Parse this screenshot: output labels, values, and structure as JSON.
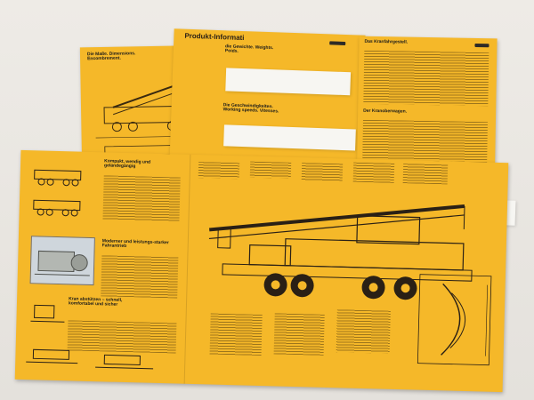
{
  "scene": {
    "subject": "crane-brochure-spread"
  },
  "back_left": {
    "heading": "Die Maße. Dimensions. Encombrement."
  },
  "back_middle": {
    "heading": "Produkt-Informati",
    "sub1": "die Gewichte. Weights. Poids.",
    "sub2": "Die Geschwindigkeiten. Working speeds. Vitesses."
  },
  "back_right": {
    "heading1": "Das Kranfahrgestell.",
    "heading2": "Der Kranoberwagen."
  },
  "front_left": {
    "h1": "Kompakt, wendig und geländegängig",
    "h2": "Moderner und leistungs-starker Fahrantrieb",
    "h3": "Kran abstützen – schnell, komfortabel und sicher"
  },
  "colors": {
    "paper": "#f5b829",
    "ink": "#1a1a1a",
    "table": "#ffffff",
    "background": "#e9e6e1"
  }
}
